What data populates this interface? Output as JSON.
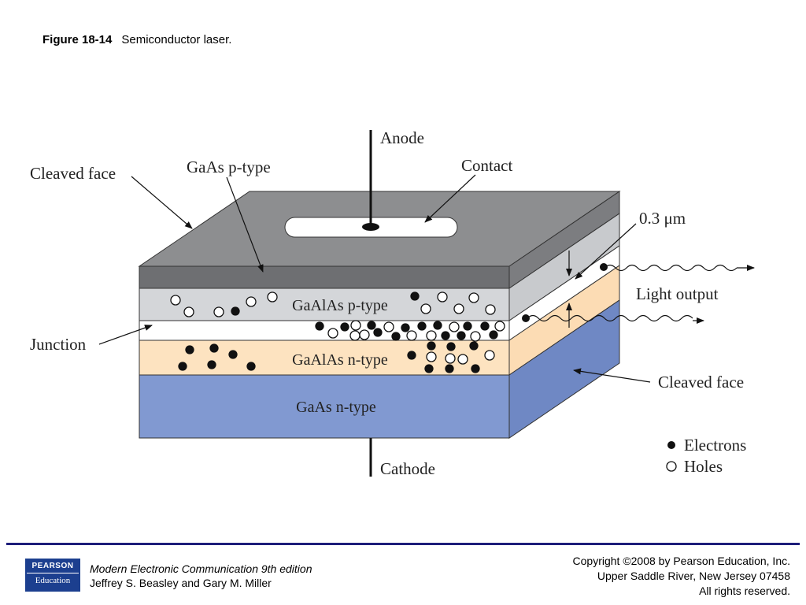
{
  "header": {
    "figure_number": "Figure 18-14",
    "caption": "Semiconductor laser."
  },
  "diagram": {
    "labels": {
      "anode": "Anode",
      "cathode": "Cathode",
      "contact": "Contact",
      "gaas_p_type_top": "GaAs p-type",
      "cleaved_face_top": "Cleaved face",
      "cleaved_face_right": "Cleaved face",
      "thickness": "0.3 μm",
      "light_output": "Light output",
      "junction": "Junction"
    },
    "layers": {
      "gaalas_p": "GaAlAs p-type",
      "gaalas_n": "GaAlAs n-type",
      "gaas_n": "GaAs n-type"
    },
    "legend": {
      "electrons": "Electrons",
      "holes": "Holes"
    },
    "colors": {
      "top_face": "#8d8e90",
      "top_front": "#6e6f72",
      "p_layer": "#d4d6d9",
      "active_layer": "#ffffff",
      "n_layer": "#fde3c0",
      "substrate": "#8199d1",
      "substrate_side": "#6f88c4"
    }
  },
  "footer": {
    "logo_top": "PEARSON",
    "logo_bottom": "Education",
    "book_title": "Modern Electronic Communication 9th edition",
    "authors": "Jeffrey S. Beasley and Gary M. Miller",
    "copyright": "Copyright ©2008 by Pearson Education, Inc.",
    "address": "Upper Saddle River, New Jersey 07458",
    "rights": "All rights reserved."
  }
}
